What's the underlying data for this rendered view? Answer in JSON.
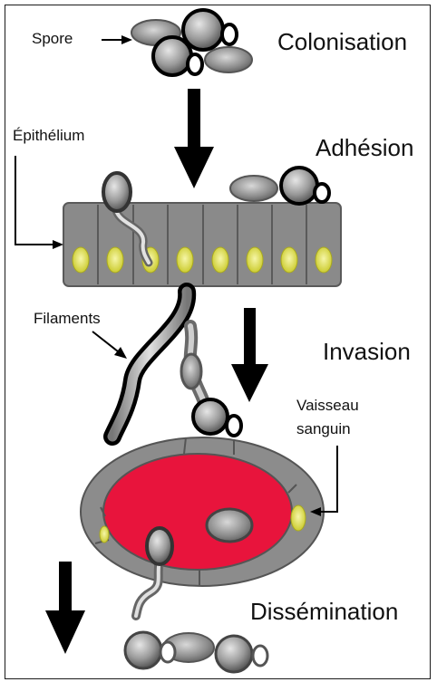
{
  "labels": {
    "spore": "Spore",
    "epithelium": "Épithélium",
    "filaments": "Filaments",
    "vessel_line1": "Vaisseau",
    "vessel_line2": "sanguin"
  },
  "stages": {
    "colonisation": "Colonisation",
    "adhesion": "Adhésion",
    "invasion": "Invasion",
    "dissemination": "Dissémination"
  },
  "colors": {
    "cell_gray": "#8a8a8a",
    "nucleus_yellow": "#e8e86a",
    "blood_red": "#e8143c",
    "outline_black": "#000000"
  }
}
